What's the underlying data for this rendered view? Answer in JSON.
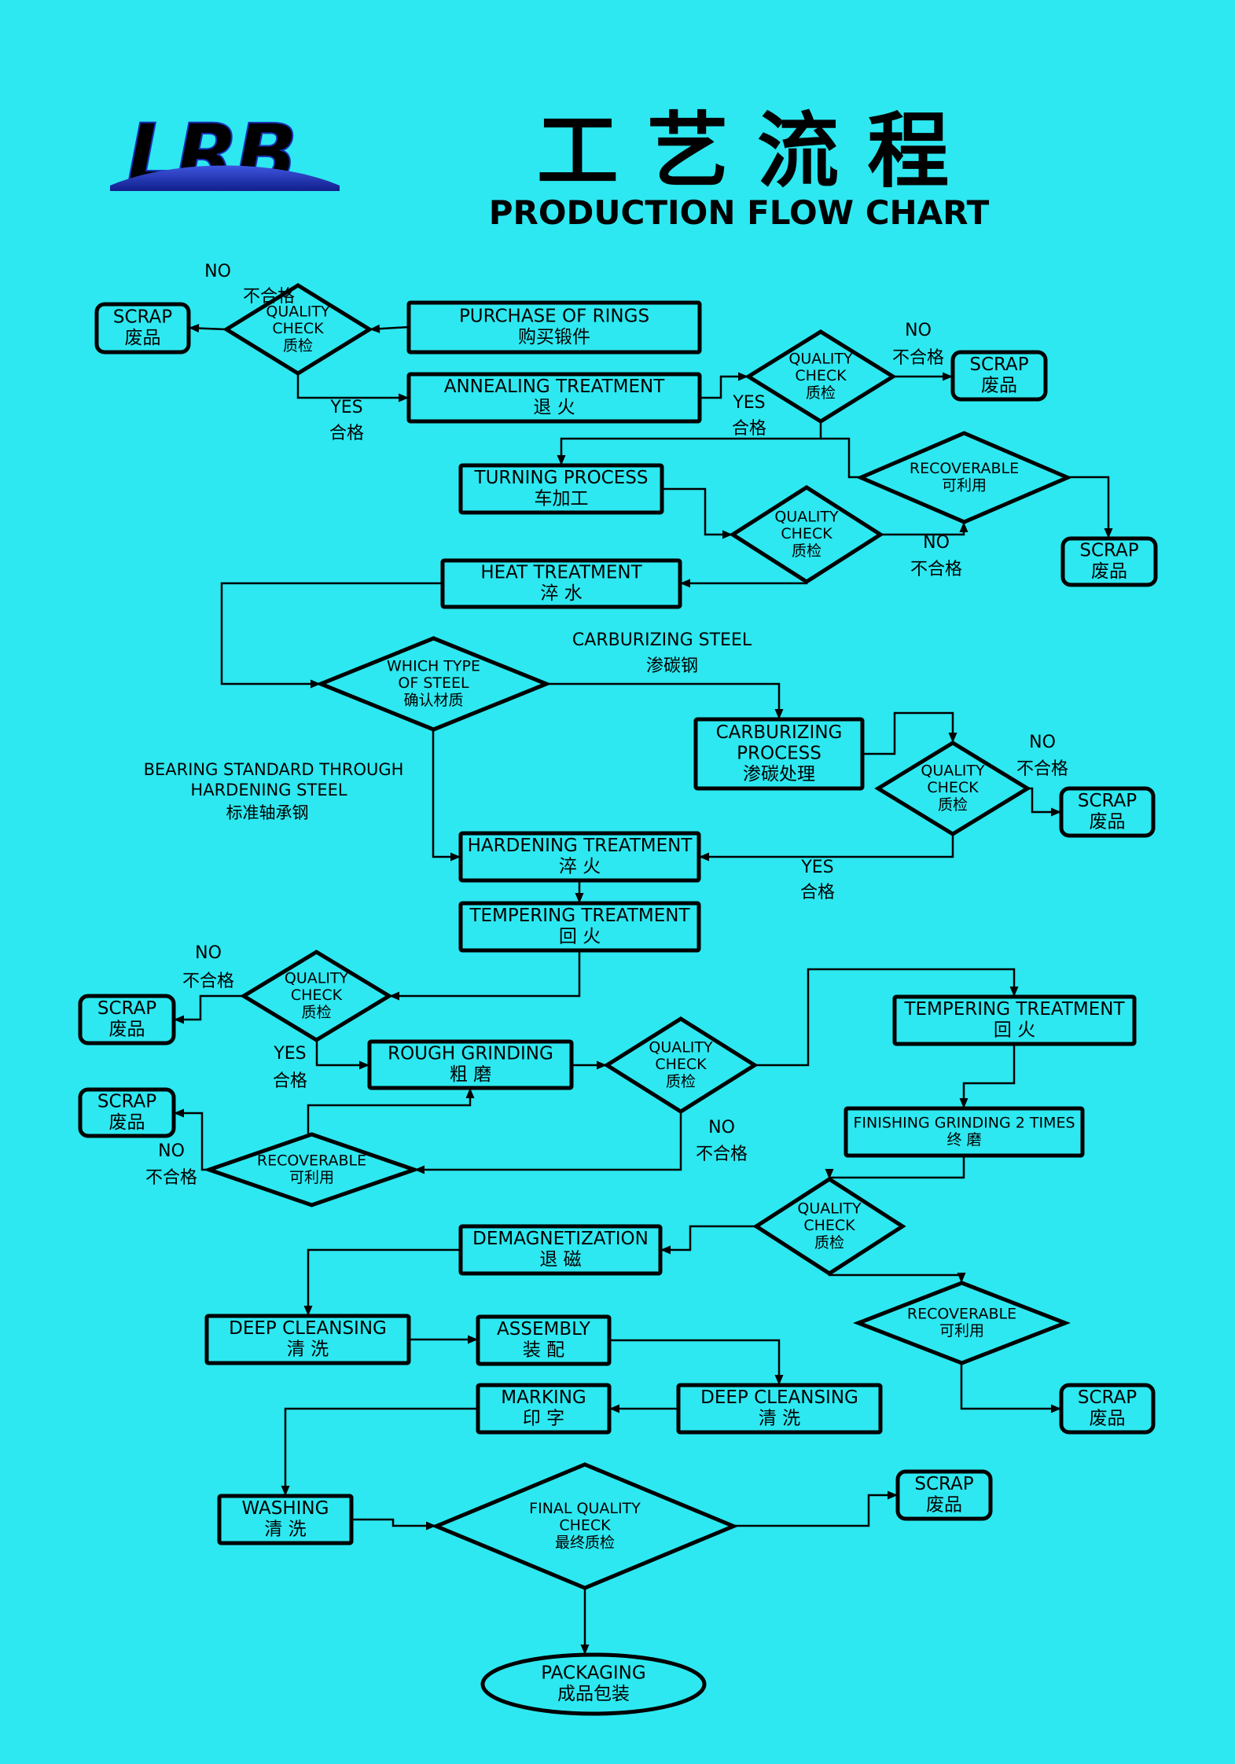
{
  "logo_text": "LRB",
  "title_cn": "工 艺 流 程",
  "title_en": "PRODUCTION FLOW CHART",
  "colors": {
    "background": "#2de8f0",
    "logo_red": "#e8131c",
    "logo_blue": "#1a2fb4",
    "line": "#000000"
  },
  "nodes": {
    "purchase": [
      "PURCHASE OF RINGS",
      "购买锻件"
    ],
    "qc1": [
      "QUALITY",
      "CHECK",
      "质检"
    ],
    "scrap1": [
      "SCRAP",
      "废品"
    ],
    "annealing": [
      "ANNEALING TREATMENT",
      "退  火"
    ],
    "qc2": [
      "QUALITY",
      "CHECK",
      "质检"
    ],
    "scrap2": [
      "SCRAP",
      "废品"
    ],
    "recov1": [
      "RECOVERABLE",
      "可利用"
    ],
    "scrap3": [
      "SCRAP",
      "废品"
    ],
    "turning": [
      "TURNING PROCESS",
      "车加工"
    ],
    "qc3": [
      "QUALITY",
      "CHECK",
      "质检"
    ],
    "heat": [
      "HEAT TREATMENT",
      "淬  水"
    ],
    "whichsteel": [
      "WHICH TYPE",
      "OF STEEL",
      "确认材质"
    ],
    "carburizing": [
      "CARBURIZING",
      "PROCESS",
      "渗碳处理"
    ],
    "qc4": [
      "QUALITY",
      "CHECK",
      "质检"
    ],
    "scrap4": [
      "SCRAP",
      "废品"
    ],
    "hardening": [
      "HARDENING TREATMENT",
      "淬  火"
    ],
    "tempering1": [
      "TEMPERING TREATMENT",
      "回  火"
    ],
    "qc5": [
      "QUALITY",
      "CHECK",
      "质检"
    ],
    "scrap5": [
      "SCRAP",
      "废品"
    ],
    "rough": [
      "ROUGH GRINDING",
      "粗  磨"
    ],
    "qc6": [
      "QUALITY",
      "CHECK",
      "质检"
    ],
    "tempering2": [
      "TEMPERING TREATMENT",
      "回  火"
    ],
    "finishing": [
      "FINISHING GRINDING 2 TIMES",
      "终  磨"
    ],
    "scrap6": [
      "SCRAP",
      "废品"
    ],
    "recov2": [
      "RECOVERABLE",
      "可利用"
    ],
    "qc7": [
      "QUALITY",
      "CHECK",
      "质检"
    ],
    "demag": [
      "DEMAGNETIZATION",
      "退  磁"
    ],
    "recov3": [
      "RECOVERABLE",
      "可利用"
    ],
    "scrap7": [
      "SCRAP",
      "废品"
    ],
    "deepclean1": [
      "DEEP  CLEANSING",
      "清  洗"
    ],
    "assembly": [
      "ASSEMBLY",
      "装  配"
    ],
    "marking": [
      "MARKING",
      "印  字"
    ],
    "deepclean2": [
      "DEEP  CLEANSING",
      "清  洗"
    ],
    "washing": [
      "WASHING",
      "清  洗"
    ],
    "finalqc": [
      "FINAL QUALITY",
      "CHECK",
      "最终质检"
    ],
    "scrap8": [
      "SCRAP",
      "废品"
    ],
    "packaging": [
      "PACKAGING",
      "成品包装"
    ]
  },
  "labels": {
    "no1": [
      "NO",
      "不合格"
    ],
    "yes1": [
      "YES",
      "合格"
    ],
    "no2": [
      "NO",
      "不合格"
    ],
    "yes2": [
      "YES",
      "合格"
    ],
    "no3": [
      "NO",
      "不合格"
    ],
    "carb_steel": [
      "CARBURIZING STEEL",
      "渗碳钢"
    ],
    "through_steel": [
      "BEARING STANDARD THROUGH",
      "HARDENING STEEL",
      "标准轴承钢"
    ],
    "no4": [
      "NO",
      "不合格"
    ],
    "yes4": [
      "YES",
      "合格"
    ],
    "no5": [
      "NO",
      "不合格"
    ],
    "yes5": [
      "YES",
      "合格"
    ],
    "no6": [
      "NO",
      "不合格"
    ],
    "no7": [
      "NO",
      "不合格"
    ]
  }
}
